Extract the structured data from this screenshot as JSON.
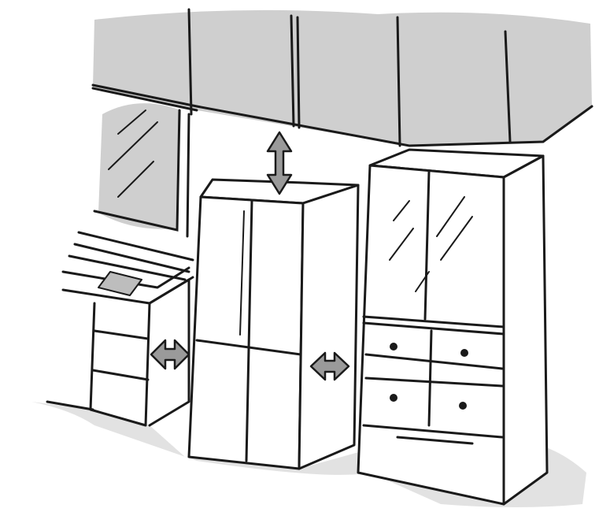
{
  "illustration": {
    "colors": {
      "ink": "#1a1a1a",
      "shade": "#c8c8c8",
      "paper": "#ffffff",
      "arrow_fill": "#9a9a9a"
    },
    "icons": [
      "vertical-clearance-arrow",
      "horizontal-clearance-arrow",
      "horizontal-clearance-arrow"
    ]
  }
}
